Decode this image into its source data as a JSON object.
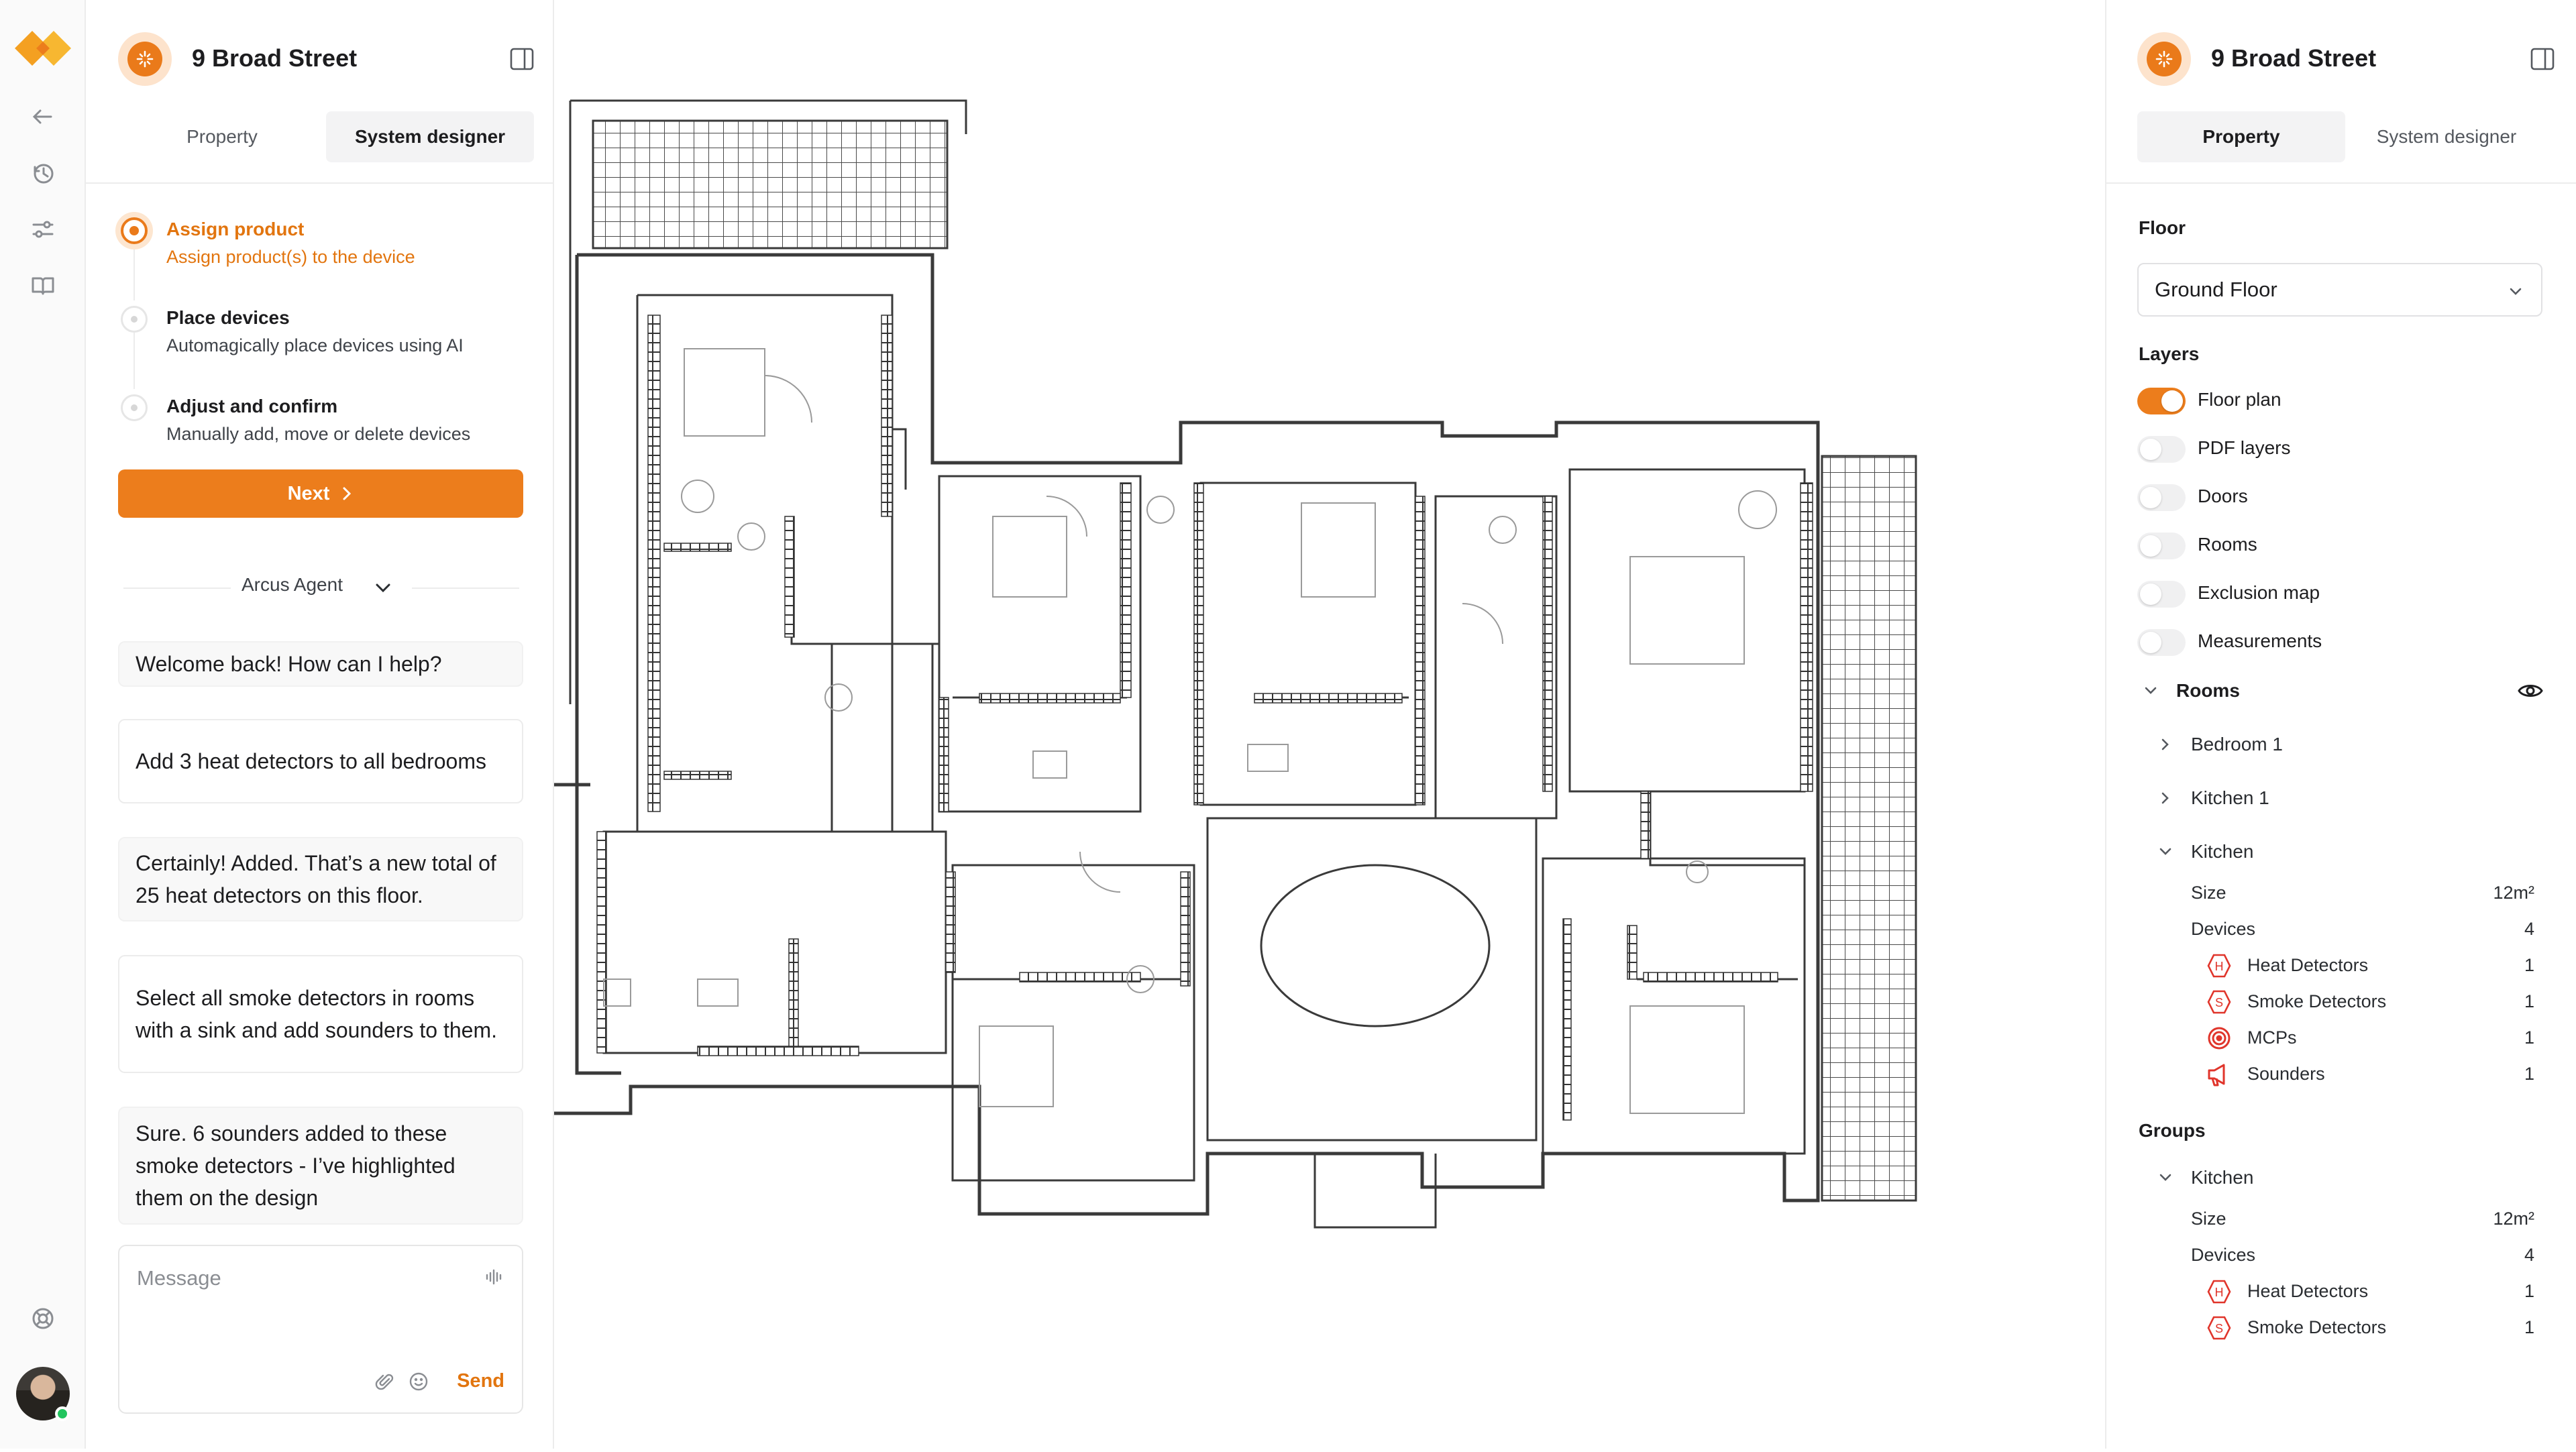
{
  "brand": {
    "accent": "#ec7d1c",
    "accent_text": "#e2750f"
  },
  "rail": {
    "icons": [
      "back-arrow-icon",
      "history-icon",
      "sliders-icon",
      "book-icon",
      "help-icon"
    ]
  },
  "left_panel": {
    "title": "9 Broad Street",
    "tabs": [
      {
        "label": "Property",
        "active": false
      },
      {
        "label": "System designer",
        "active": true
      }
    ],
    "steps": [
      {
        "title": "Assign product",
        "subtitle": "Assign product(s) to the device",
        "state": "current"
      },
      {
        "title": "Place devices",
        "subtitle": "Automagically place devices using AI",
        "state": "pending"
      },
      {
        "title": "Adjust and confirm",
        "subtitle": "Manually add, move or delete devices",
        "state": "pending"
      }
    ],
    "next_label": "Next",
    "agent_label": "Arcus Agent",
    "chat": [
      {
        "role": "ai",
        "text": "Welcome back! How can I help?"
      },
      {
        "role": "user",
        "text": "Add 3 heat detectors to all bedrooms"
      },
      {
        "role": "ai",
        "text": "Certainly! Added. That’s a new total of 25 heat detectors on this floor."
      },
      {
        "role": "user",
        "text": "Select all smoke detectors in rooms with a sink and add sounders to them."
      },
      {
        "role": "ai",
        "text": "Sure. 6 sounders added to these smoke detectors - I’ve highlighted them on the design"
      }
    ],
    "message_placeholder": "Message",
    "send_label": "Send"
  },
  "right_panel": {
    "title": "9 Broad Street",
    "tabs": [
      {
        "label": "Property",
        "active": true
      },
      {
        "label": "System designer",
        "active": false
      }
    ],
    "floor_label": "Floor",
    "floor_value": "Ground Floor",
    "layers_label": "Layers",
    "layers": [
      {
        "label": "Floor plan",
        "on": true
      },
      {
        "label": "PDF layers",
        "on": false
      },
      {
        "label": "Doors",
        "on": false
      },
      {
        "label": "Rooms",
        "on": false
      },
      {
        "label": "Exclusion map",
        "on": false
      },
      {
        "label": "Measurements",
        "on": false
      }
    ],
    "rooms_label": "Rooms",
    "rooms": [
      {
        "label": "Bedroom 1",
        "expanded": false
      },
      {
        "label": "Kitchen 1",
        "expanded": false
      },
      {
        "label": "Kitchen",
        "expanded": true
      }
    ],
    "kitchen": {
      "size_label": "Size",
      "size_value": "12m²",
      "devices_label": "Devices",
      "devices_value": "4",
      "devices": [
        {
          "label": "Heat Detectors",
          "count": "1",
          "icon": "heat-detector-icon"
        },
        {
          "label": "Smoke Detectors",
          "count": "1",
          "icon": "smoke-detector-icon"
        },
        {
          "label": "MCPs",
          "count": "1",
          "icon": "mcp-icon"
        },
        {
          "label": "Sounders",
          "count": "1",
          "icon": "sounder-icon"
        }
      ]
    },
    "groups_label": "Groups",
    "group": {
      "label": "Kitchen",
      "size_label": "Size",
      "size_value": "12m²",
      "devices_label": "Devices",
      "devices_value": "4",
      "devices": [
        {
          "label": "Heat Detectors",
          "count": "1",
          "icon": "heat-detector-icon"
        },
        {
          "label": "Smoke Detectors",
          "count": "1",
          "icon": "smoke-detector-icon"
        }
      ]
    }
  }
}
